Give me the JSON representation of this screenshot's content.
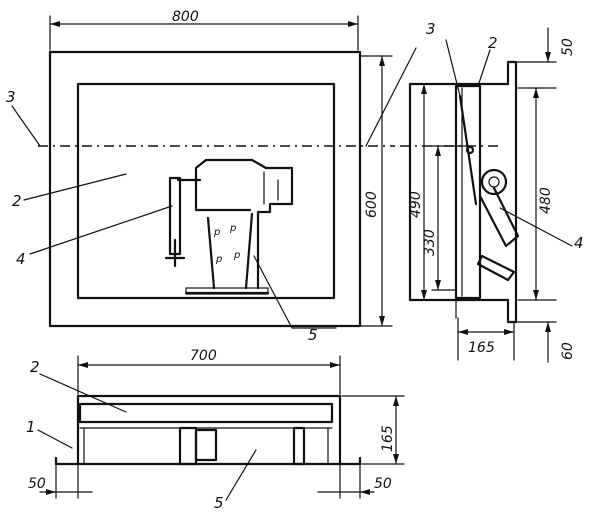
{
  "dimensions": {
    "front_width": "800",
    "front_height": "600",
    "side_top_offset": "50",
    "side_inner_height": "490",
    "side_mid": "330",
    "side_right_height": "480",
    "side_depth": "165",
    "side_bottom_offset": "60",
    "plan_width": "700",
    "plan_depth": "165",
    "plan_left_offset": "50",
    "plan_right_offset": "50"
  },
  "callouts": {
    "c1": "1",
    "c2_front": "2",
    "c2_side": "2",
    "c2_plan": "2",
    "c3_front": "3",
    "c3_side": "3",
    "c4_front": "4",
    "c4_side": "4",
    "c5_front": "5",
    "c5_plan": "5"
  }
}
